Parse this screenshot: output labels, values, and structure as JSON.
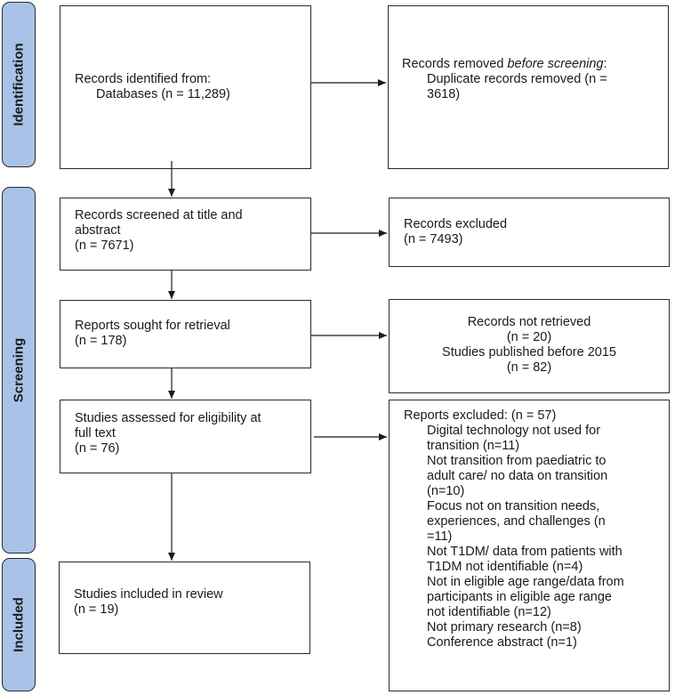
{
  "phases": {
    "identification": "Identification",
    "screening": "Screening",
    "included": "Included"
  },
  "boxes": {
    "identified": {
      "line1": "Records identified from:",
      "line2": "Databases (n = 11,289)"
    },
    "removed": {
      "line1_pre": "Records removed ",
      "line1_em": "before screening",
      "line1_post": ":",
      "line2": "Duplicate records removed (n =",
      "line3": "3618)"
    },
    "screened": {
      "line1": "Records screened at title and",
      "line2": "abstract",
      "line3": "(n = 7671)"
    },
    "excluded": {
      "line1": "Records excluded",
      "line2": "(n = 7493)"
    },
    "sought": {
      "line1": "Reports sought for retrieval",
      "line2": "(n = 178)"
    },
    "not_retrieved": {
      "line1": "Records not retrieved",
      "line2": "(n = 20)",
      "line3": "Studies published before 2015",
      "line4": "(n = 82)"
    },
    "assessed": {
      "line1": "Studies assessed for eligibility at",
      "line2": "full text",
      "line3": "(n = 76)"
    },
    "reports_excluded": {
      "title": "Reports excluded: (n = 57)",
      "lines": [
        "Digital technology not used for",
        "transition (n=11)",
        "Not transition from paediatric to",
        "adult care/ no data on transition",
        "(n=10)",
        "Focus not on transition needs,",
        "experiences, and challenges (n",
        "=11)",
        "Not T1DM/ data from patients with",
        "T1DM not identifiable (n=4)",
        "Not in eligible age range/data from",
        "participants in eligible age range",
        "not identifiable (n=12)",
        "Not primary research (n=8)",
        "Conference abstract (n=1)"
      ]
    },
    "included": {
      "line1": "Studies included in review",
      "line2": "(n = 19)"
    }
  }
}
